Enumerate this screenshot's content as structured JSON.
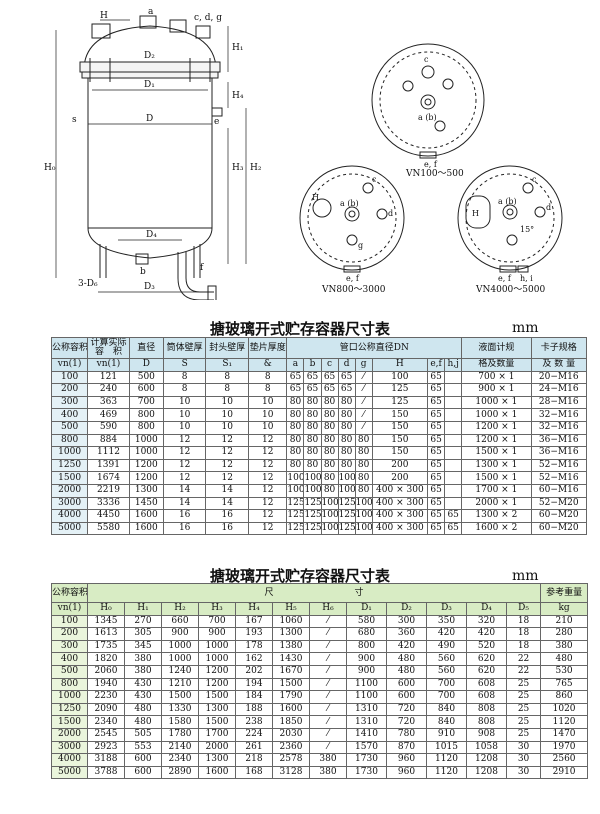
{
  "drawing": {
    "labels": {
      "H": "H",
      "a": "a",
      "cdg": "c, d, g",
      "H1": "H₁",
      "D2": "D₂",
      "D1": "D₁",
      "H4": "H₄",
      "s": "s",
      "D": "D",
      "e": "e",
      "H0": "H₀",
      "H3": "H₃",
      "H2": "H₂",
      "D4": "D₄",
      "b": "b",
      "f": "f",
      "D6": "3-D₆",
      "D3": "D₃"
    },
    "top_views": {
      "v1": "VN100～500",
      "v2": "VN800～3000",
      "v3": "VN4000～5000",
      "ef": "e, f",
      "hi": "h, i",
      "c": "c",
      "d": "d",
      "a_b": "a (b)",
      "h": "h",
      "g": "g",
      "H": "H",
      "deg": "15°"
    }
  },
  "table1": {
    "title": "搪玻璃开式贮存容器尺寸表",
    "unit": "mm",
    "headers": {
      "vol": "公称容积",
      "calc": "计算实际",
      "calc2": "容　积",
      "dia": "直径",
      "shell": "筒体壁厚",
      "head": "封头壁厚",
      "gasket": "垫片厚度",
      "nozzle": "管口公称直径DN",
      "gauge": "液面计规",
      "clamp": "卡子规格"
    },
    "sub": {
      "vol": "vn(1)",
      "calc": "vn(1)",
      "dia": "D",
      "shell": "S",
      "head": "S₁",
      "gasket": "&",
      "a": "a",
      "b": "b",
      "c": "c",
      "d": "d",
      "g": "g",
      "Hcol": "H",
      "ef": "e,f",
      "hj": "h,j",
      "gauge": "格及数量",
      "clamp": "及 数 量"
    },
    "rows": [
      [
        "100",
        "121",
        "500",
        "8",
        "8",
        "8",
        "65",
        "65",
        "65",
        "65",
        "⁄",
        "100",
        "65",
        "",
        "700 × 1",
        "20−M16"
      ],
      [
        "200",
        "240",
        "600",
        "8",
        "8",
        "8",
        "65",
        "65",
        "65",
        "65",
        "⁄",
        "125",
        "65",
        "",
        "900 × 1",
        "24−M16"
      ],
      [
        "300",
        "363",
        "700",
        "10",
        "10",
        "10",
        "80",
        "80",
        "80",
        "80",
        "⁄",
        "125",
        "65",
        "",
        "1000 × 1",
        "28−M16"
      ],
      [
        "400",
        "469",
        "800",
        "10",
        "10",
        "10",
        "80",
        "80",
        "80",
        "80",
        "⁄",
        "150",
        "65",
        "",
        "1000 × 1",
        "32−M16"
      ],
      [
        "500",
        "590",
        "800",
        "10",
        "10",
        "10",
        "80",
        "80",
        "80",
        "80",
        "⁄",
        "150",
        "65",
        "",
        "1200 × 1",
        "32−M16"
      ],
      [
        "800",
        "884",
        "1000",
        "12",
        "12",
        "12",
        "80",
        "80",
        "80",
        "80",
        "80",
        "150",
        "65",
        "",
        "1200 × 1",
        "36−M16"
      ],
      [
        "1000",
        "1112",
        "1000",
        "12",
        "12",
        "12",
        "80",
        "80",
        "80",
        "80",
        "80",
        "150",
        "65",
        "",
        "1500 × 1",
        "36−M16"
      ],
      [
        "1250",
        "1391",
        "1200",
        "12",
        "12",
        "12",
        "80",
        "80",
        "80",
        "80",
        "80",
        "200",
        "65",
        "",
        "1300 × 1",
        "52−M16"
      ],
      [
        "1500",
        "1674",
        "1200",
        "12",
        "12",
        "12",
        "100",
        "100",
        "80",
        "100",
        "80",
        "200",
        "65",
        "",
        "1500 × 1",
        "52−M16"
      ],
      [
        "2000",
        "2219",
        "1300",
        "14",
        "14",
        "12",
        "100",
        "100",
        "80",
        "100",
        "80",
        "400 × 300",
        "65",
        "",
        "1700 × 1",
        "60−M16"
      ],
      [
        "3000",
        "3336",
        "1450",
        "14",
        "14",
        "12",
        "125",
        "125",
        "100",
        "125",
        "100",
        "400 × 300",
        "65",
        "",
        "2000 × 1",
        "52−M20"
      ],
      [
        "4000",
        "4450",
        "1600",
        "16",
        "16",
        "12",
        "125",
        "125",
        "100",
        "125",
        "100",
        "400 × 300",
        "65",
        "65",
        "1300 × 2",
        "60−M20"
      ],
      [
        "5000",
        "5580",
        "1600",
        "16",
        "16",
        "12",
        "125",
        "125",
        "100",
        "125",
        "100",
        "400 × 300",
        "65",
        "65",
        "1600 × 2",
        "60−M20"
      ]
    ]
  },
  "table2": {
    "title": "搪玻璃开式贮存容器尺寸表",
    "unit": "mm",
    "headers": {
      "vol": "公称容积",
      "size": "尺　　　　　　　　　寸",
      "weight": "参考重量"
    },
    "sub": [
      "vn(1)",
      "H₀",
      "H₁",
      "H₂",
      "H₃",
      "H₄",
      "H₅",
      "H₆",
      "D₁",
      "D₂",
      "D₃",
      "D₄",
      "D₅",
      "kg"
    ],
    "rows": [
      [
        "100",
        "1345",
        "270",
        "660",
        "700",
        "167",
        "1060",
        "⁄",
        "580",
        "300",
        "350",
        "320",
        "18",
        "210"
      ],
      [
        "200",
        "1613",
        "305",
        "900",
        "900",
        "193",
        "1300",
        "⁄",
        "680",
        "360",
        "420",
        "420",
        "18",
        "280"
      ],
      [
        "300",
        "1735",
        "345",
        "1000",
        "1000",
        "178",
        "1380",
        "⁄",
        "800",
        "420",
        "490",
        "520",
        "18",
        "380"
      ],
      [
        "400",
        "1820",
        "380",
        "1000",
        "1000",
        "162",
        "1430",
        "⁄",
        "900",
        "480",
        "560",
        "620",
        "22",
        "480"
      ],
      [
        "500",
        "2060",
        "380",
        "1240",
        "1200",
        "202",
        "1670",
        "⁄",
        "900",
        "480",
        "560",
        "620",
        "22",
        "530"
      ],
      [
        "800",
        "1940",
        "430",
        "1210",
        "1200",
        "194",
        "1500",
        "⁄",
        "1100",
        "600",
        "700",
        "608",
        "25",
        "765"
      ],
      [
        "1000",
        "2230",
        "430",
        "1500",
        "1500",
        "184",
        "1790",
        "⁄",
        "1100",
        "600",
        "700",
        "608",
        "25",
        "860"
      ],
      [
        "1250",
        "2090",
        "480",
        "1330",
        "1300",
        "188",
        "1600",
        "⁄",
        "1310",
        "720",
        "840",
        "808",
        "25",
        "1020"
      ],
      [
        "1500",
        "2340",
        "480",
        "1580",
        "1500",
        "238",
        "1850",
        "⁄",
        "1310",
        "720",
        "840",
        "808",
        "25",
        "1120"
      ],
      [
        "2000",
        "2545",
        "505",
        "1780",
        "1700",
        "224",
        "2030",
        "⁄",
        "1410",
        "780",
        "910",
        "908",
        "25",
        "1470"
      ],
      [
        "3000",
        "2923",
        "553",
        "2140",
        "2000",
        "261",
        "2360",
        "⁄",
        "1570",
        "870",
        "1015",
        "1058",
        "30",
        "1970"
      ],
      [
        "4000",
        "3188",
        "600",
        "2340",
        "1300",
        "218",
        "2578",
        "380",
        "1730",
        "960",
        "1120",
        "1208",
        "30",
        "2560"
      ],
      [
        "5000",
        "3788",
        "600",
        "2890",
        "1600",
        "168",
        "3128",
        "380",
        "1730",
        "960",
        "1120",
        "1208",
        "30",
        "2910"
      ]
    ]
  }
}
